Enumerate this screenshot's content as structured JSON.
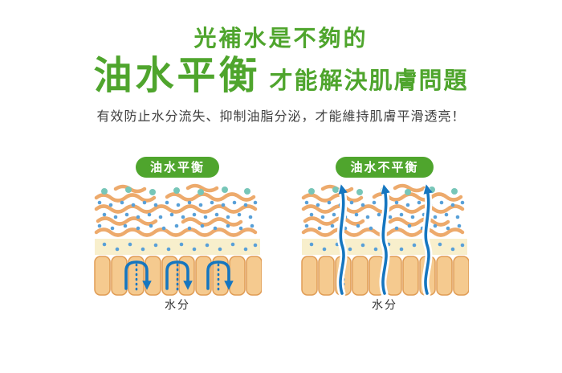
{
  "heading": {
    "line1": "光補水是不夠的",
    "line2_highlight": "油水平衡",
    "line2_rest": "才能解決肌膚問題",
    "subtitle": "有效防止水分流失、抑制油脂分泌，才能維持肌膚平滑透亮！"
  },
  "panels": {
    "left": {
      "label": "油水平衡",
      "bottom_label": "水分"
    },
    "right": {
      "label": "油水不平衡",
      "bottom_label": "水分"
    }
  },
  "colors": {
    "green_text": "#4fa52d",
    "subtitle_text": "#3f3f3f",
    "pill_bg": "#4fa52d",
    "pill_text": "#ffffff",
    "arrow_blue": "#1576c0",
    "dot_blue": "#58a0d8",
    "dot_teal": "#77c6b8",
    "lipid_strand_tan": "#edaa6c",
    "dermis_cream": "#f8efcc",
    "cell_fill": "#f5ca8f",
    "cell_stroke": "#e09c55",
    "background": "#ffffff"
  }
}
